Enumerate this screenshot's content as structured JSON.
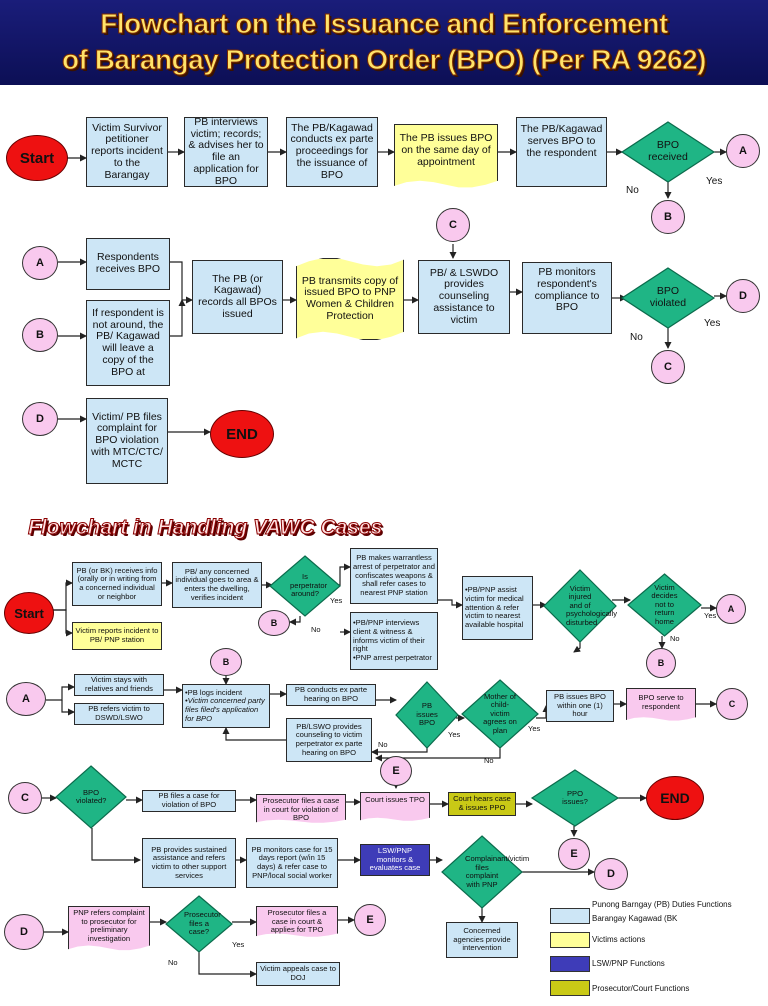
{
  "title": {
    "line1": "Flowchart on the Issuance and Enforcement",
    "line2": "of Barangay Protection Order (BPO) (Per RA 9262)"
  },
  "bpo": {
    "start": "Start",
    "end": "END",
    "steps": {
      "s1": "Victim Survivor petitioner reports incident to the Barangay",
      "s2": "PB interviews victim; records; & advises her to file an application for BPO",
      "s3": "The PB/Kagawad conducts ex parte proceedings for the issuance of BPO",
      "s4": "The PB issues BPO on the same day of appointment",
      "s5": "The PB/Kagawad serves BPO to the respondent",
      "s6": "Respondents receives BPO",
      "s7": "If respondent is not around, the PB/ Kagawad will leave a copy of the BPO at",
      "s8": "The PB (or Kagawad) records all BPOs issued",
      "s9": "PB transmits copy of issued BPO to PNP Women & Children Protection",
      "s10": "PB/ & LSWDO provides counseling assistance to victim",
      "s11": "PB monitors respondent's compliance to BPO",
      "s12": "Victim/ PB files complaint for BPO violation with MTC/CTC/ MCTC"
    },
    "decisions": {
      "received": "BPO received",
      "violated": "BPO violated"
    },
    "connectors": {
      "a": "A",
      "b": "B",
      "c": "C",
      "d": "D"
    },
    "yes": "Yes",
    "no": "No"
  },
  "vawc": {
    "title": "Flowchart in Handling VAWC Cases",
    "start": "Start",
    "end": "END",
    "yes": "Yes",
    "no": "No",
    "connectors": {
      "a": "A",
      "b": "B",
      "c": "C",
      "d": "D",
      "e": "E"
    },
    "steps": {
      "v1": "PB (or BK) receives info (orally or in writing from a concerned individual or neighbor",
      "v2": "Victim reports incident to PB/ PNP station",
      "v3": "PB/ any concerned individual goes to area & enters the dwelling, verifies incident",
      "v4": "PB makes warrantless arrest of perpetrator and confiscates weapons & shall refer cases to nearest PNP station",
      "v5": "•PB/PNP interviews client & witness & informs victim of their right\n•PNP arrest perpetrator",
      "v6": "•PB/PNP assist victim for medical attention & refer victim to nearest available hospital",
      "v7": "Victim stays with relatives and friends",
      "v8": "PB refers victim to DSWD/LSWO",
      "v9a": "•PB logs incident",
      "v9b": "•Victim concerned party files filed's application for BPO",
      "v10": "PB conducts ex parte hearing on BPO",
      "v11": "PB/LSWO provides counseling to victim perpetrator ex parte hearing on BPO",
      "v12": "PB issues BPO within one (1) hour",
      "v13": "BPO serve to respondent",
      "v14": "PB files a case for violation of BPO",
      "v15": "Prosecutor files a case in court for violation of BPO",
      "v16": "Court issues TPO",
      "v17": "Court hears case & issues PPO",
      "v18": "PB provides sustained assistance and refers victim to other support services",
      "v19": "PB monitors case for 15 days report (w/in 15 days) & refer case to PNP/local social worker",
      "v20": "LSW/PNP monitors & evaluates case",
      "v21": "Concerned agencies provide intervention",
      "v22": "PNP refers complaint to prosecutor for preliminary investigation",
      "v23": "Prosecutor files a case in court & applies for TPO",
      "v24": "Victim appeals case to DOJ"
    },
    "decisions": {
      "d1": "Is perpetrator around?",
      "d2": "Victim injured and of psychologically disturbed",
      "d3": "Victim decides not to return home",
      "d4": "PB issues BPO",
      "d5": "Mother of child-victim agrees on plan",
      "d6": "BPO violated?",
      "d7": "PPO issues?",
      "d8": "Complainant/victim files complaint with PNP",
      "d9": "Prosecutor files a case?"
    },
    "legend": {
      "l1a": "Punong Barngay (PB) Duties Functions",
      "l1b": "Barangay Kagawad (BK",
      "l2": "Victims actions",
      "l3": "LSW/PNP Functions",
      "l4": "Prosecutor/Court Functions"
    }
  },
  "colors": {
    "banner": "#1a1d7a",
    "title_text": "#ffe36a",
    "pb_box": "#cde6f6",
    "victim_box": "#ffff99",
    "lsw_box": "#3e3cb8",
    "court_box": "#c9c916",
    "decision": "#1fb585",
    "connector": "#f9c9ee",
    "start_end": "#ee1111"
  }
}
